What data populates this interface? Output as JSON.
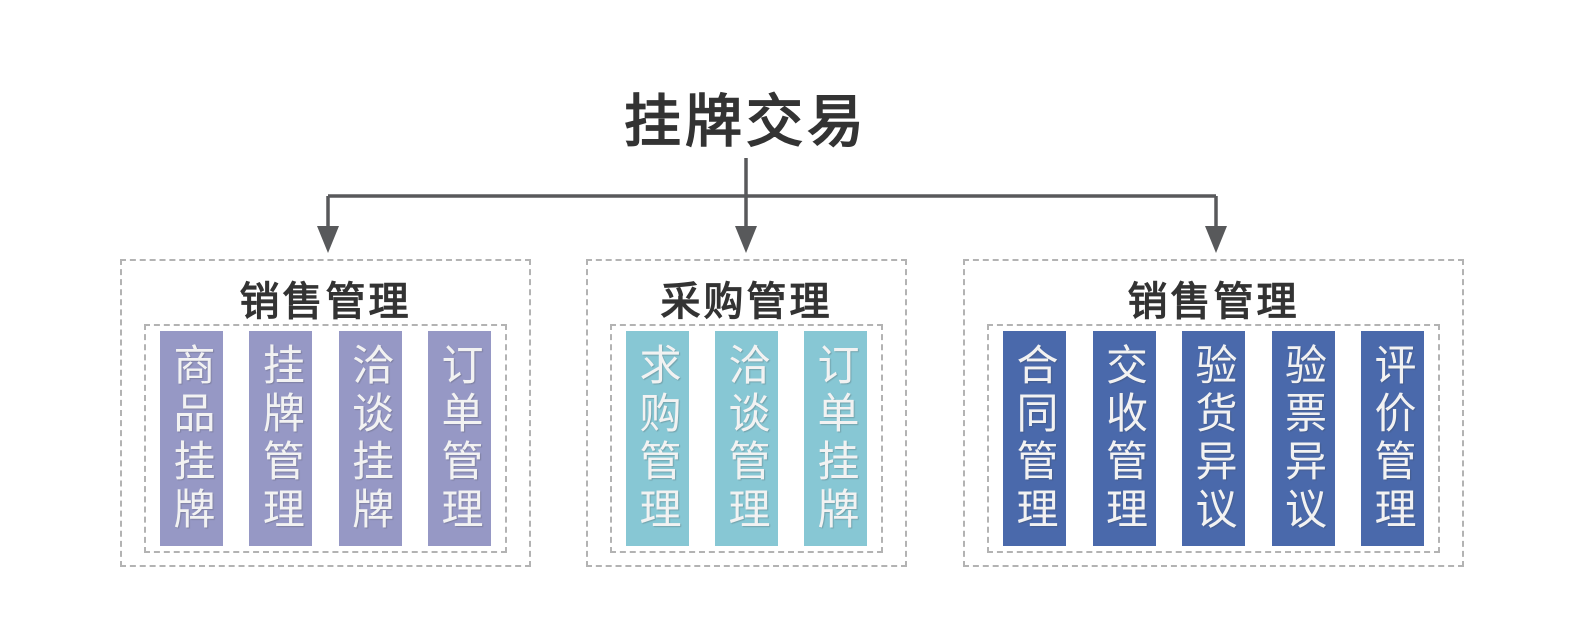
{
  "title": "挂牌交易",
  "groups": [
    {
      "header": "销售管理",
      "items": [
        "商品挂牌",
        "挂牌管理",
        "洽谈挂牌",
        "订单管理"
      ]
    },
    {
      "header": "采购管理",
      "items": [
        "求购管理",
        "洽谈管理",
        "订单挂牌"
      ]
    },
    {
      "header": "销售管理",
      "items": [
        "合同管理",
        "交收管理",
        "验货异议",
        "验票异议",
        "评价管理"
      ]
    }
  ],
  "colors": {
    "g1": "#9698c5",
    "g2": "#87c7d4",
    "g3": "#4a69ab",
    "line": "#58595b",
    "border": "#b3b3b3",
    "heading": "#333333",
    "col-text": "#f2f2f2",
    "background": "#ffffff"
  }
}
